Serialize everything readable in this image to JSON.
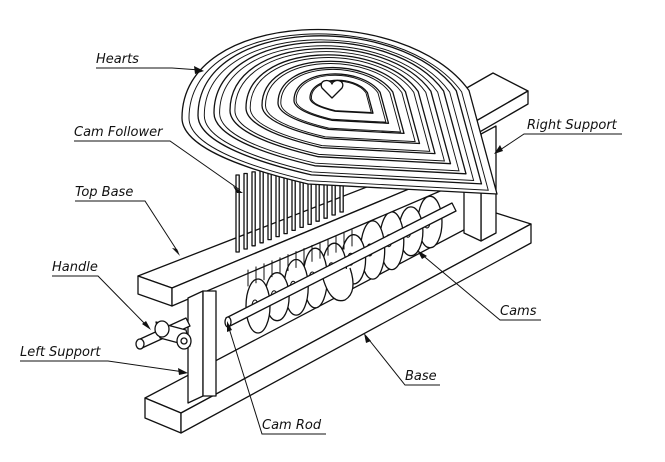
{
  "labels": {
    "hearts": "Hearts",
    "cam_follower": "Cam Follower",
    "top_base": "Top Base",
    "handle": "Handle",
    "left_support": "Left Support",
    "right_support": "Right Support",
    "cams": "Cams",
    "base": "Base",
    "cam_rod": "Cam Rod"
  },
  "colors": {
    "line": "#111111",
    "background": "#ffffff"
  },
  "heart_ring_count": 9,
  "cam_follower_count": 14,
  "cam_count": 10
}
